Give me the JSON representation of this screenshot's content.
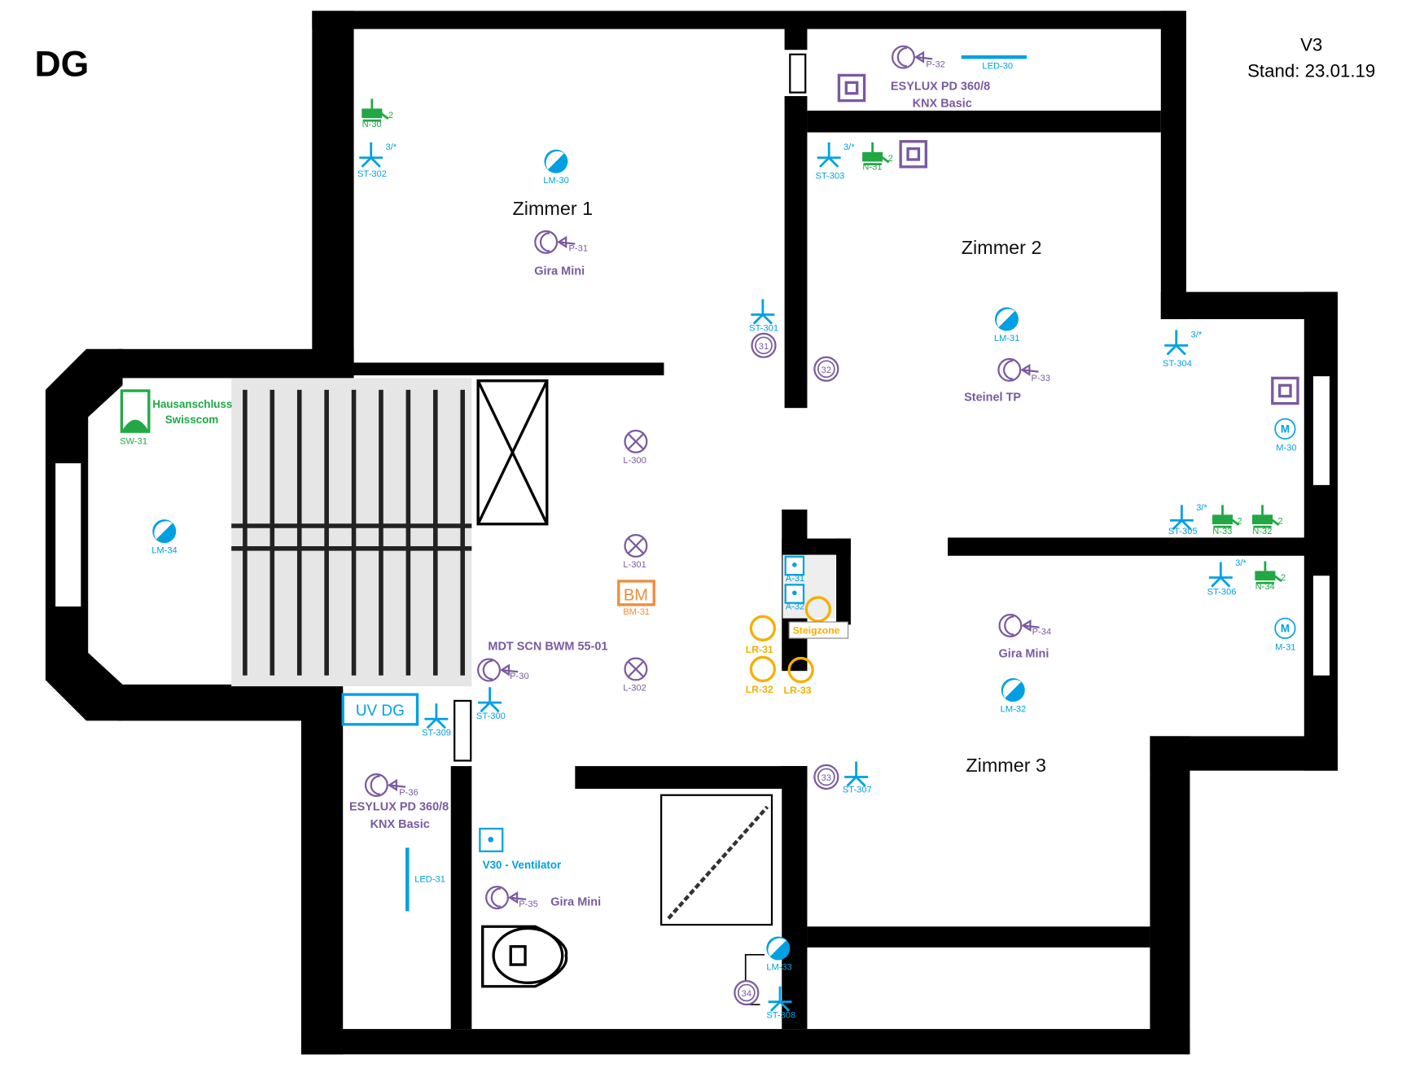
{
  "header": {
    "title": "DG",
    "version": "V3",
    "stand": "Stand: 23.01.19"
  },
  "rooms": {
    "z1": "Zimmer 1",
    "z2": "Zimmer 2",
    "z3": "Zimmer 3"
  },
  "colors": {
    "blue": "#00a0e3",
    "green": "#21a845",
    "purple": "#7a5aa0",
    "orange": "#f08c3c",
    "yellow": "#f5b000"
  },
  "labels": {
    "n30": "N-30",
    "n31": "N-31",
    "n32": "N-32",
    "n33": "N-33",
    "n34": "N-34",
    "two": "2",
    "three": "3/*",
    "st300": "ST-300",
    "st301": "ST-301",
    "st302": "ST-302",
    "st303": "ST-303",
    "st304": "ST-304",
    "st305": "ST-305",
    "st306": "ST-306",
    "st307": "ST-307",
    "st308": "ST-308",
    "st309": "ST-309",
    "lm30": "LM-30",
    "lm31": "LM-31",
    "lm32": "LM-32",
    "lm33": "LM-33",
    "lm34": "LM-34",
    "p30": "P-30",
    "p31": "P-31",
    "p32": "P-32",
    "p33": "P-33",
    "p34": "P-34",
    "p35": "P-35",
    "p36": "P-36",
    "gira": "Gira Mini",
    "esylux": "ESYLUX PD 360/8",
    "knx": "KNX Basic",
    "steinel": "Steinel TP",
    "mdt": "MDT SCN BWM 55-01",
    "led30": "LED-30",
    "led31": "LED-31",
    "m30": "M-30",
    "m31": "M-31",
    "m": "M",
    "sw31": "SW-31",
    "hausanschluss": "Hausanschluss",
    "swisscom": "Swisscom",
    "l300": "L-300",
    "l301": "L-301",
    "l302": "L-302",
    "bm": "BM",
    "bm31": "BM-31",
    "uvdg": "UV DG",
    "a31": "A-31",
    "a32": "A-32",
    "steigzone": "Steigzone",
    "lr31": "LR-31",
    "lr32": "LR-32",
    "lr33": "LR-33",
    "c31": "31",
    "c32": "32",
    "c33": "33",
    "c34": "34",
    "v30": "V30 - Ventilator"
  }
}
